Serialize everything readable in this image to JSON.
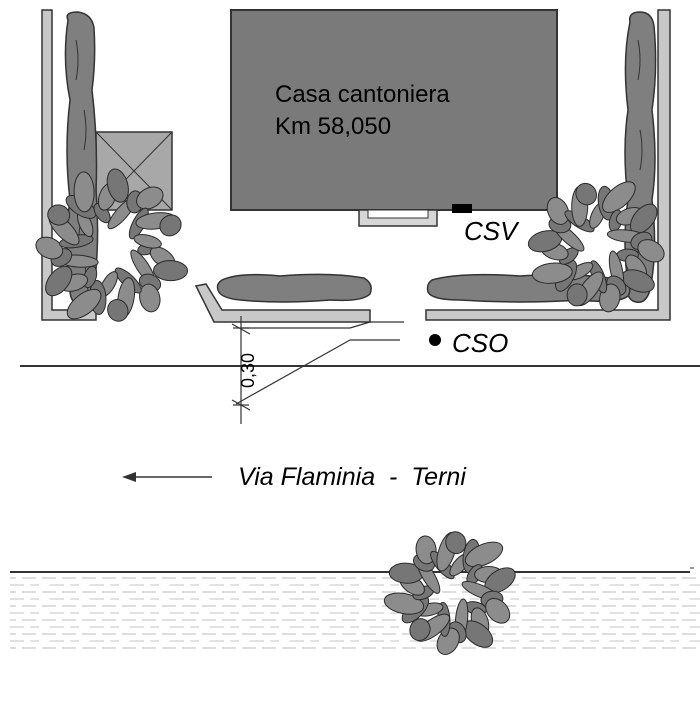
{
  "house": {
    "name": "Casa cantoniera",
    "km": "Km 58,050",
    "fill": "#7a7a7a"
  },
  "markers": {
    "csv": {
      "label": "CSV",
      "shape": "black-rectangle"
    },
    "cso": {
      "label": "CSO",
      "shape": "black-dot"
    }
  },
  "dimension": {
    "label": "0,30"
  },
  "road": {
    "label": "Via Flaminia  -  Terni",
    "arrow_icon": "left-arrow-icon"
  },
  "colors": {
    "wall": "#bfbfbf",
    "hedge": "#7f7f7f",
    "foliage": "#8a8a8a",
    "shoulder_pattern": "#b8b8b8"
  }
}
